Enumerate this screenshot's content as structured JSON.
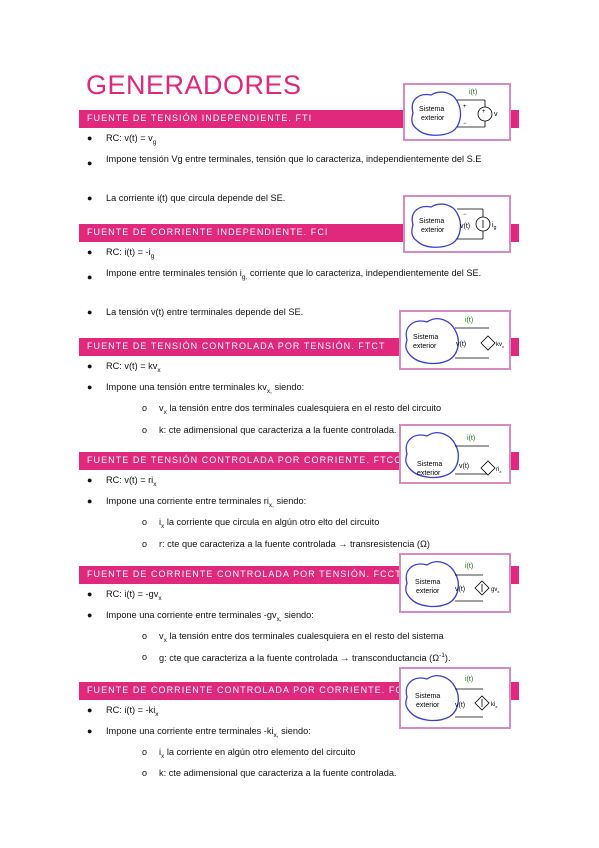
{
  "title": "GENERADORES",
  "sections": [
    {
      "header": "FUENTE DE TENSIÓN INDEPENDIENTE. FTI",
      "items": [
        {
          "pre": "RC: v(t) = v",
          "sub": "g",
          "post": ""
        },
        {
          "text": "Impone tensión Vg entre terminales, tensión que lo caracteriza, independientemente del S.E"
        },
        {
          "text": "La corriente i(t) que circula depende del SE."
        }
      ],
      "figure": {
        "label1": "Sistema",
        "label2": "exterior",
        "current": "i(t)",
        "voltage": "v",
        "voltage_sub": "g"
      }
    },
    {
      "header": "FUENTE DE CORRIENTE INDEPENDIENTE. FCI",
      "items": [
        {
          "pre": "RC: i(t) = -i",
          "sub": "g",
          "post": ""
        },
        {
          "pre": "Impone entre terminales tensión i",
          "sub": "g,",
          "post": " corriente que lo caracteriza, independientemente del SE."
        },
        {
          "text": "La tensión v(t) entre terminales depende del SE."
        }
      ],
      "figure": {
        "label1": "Sistema",
        "label2": "exterior",
        "voltage": "v(t)",
        "source": "i",
        "source_sub": "g"
      }
    },
    {
      "header": "FUENTE DE TENSIÓN CONTROLADA POR TENSIÓN. FTCT",
      "items": [
        {
          "pre": "RC: v(t) = kv",
          "sub": "x",
          "post": ""
        },
        {
          "pre": "Impone una tensión entre terminales kv",
          "sub": "x,",
          "post": " siendo:"
        }
      ],
      "subitems": [
        {
          "pre": "v",
          "sub": "x",
          "post": " la tensión entre dos terminales cualesquiera en el resto del circuito"
        },
        {
          "text": "k: cte adimensional que caracteriza a la fuente controlada."
        }
      ],
      "figure": {
        "label1": "Sistema",
        "label2": "exterior",
        "current": "i(t)",
        "voltage": "v(t)",
        "source": "kv",
        "source_sub": "x"
      }
    },
    {
      "header": "FUENTE DE TENSIÓN CONTROLADA POR CORRIENTE. FTCC",
      "items": [
        {
          "pre": "RC: v(t) = ri",
          "sub": "x",
          "post": ""
        },
        {
          "pre": "Impone una corriente entre terminales ri",
          "sub": "x,",
          "post": " siendo:"
        }
      ],
      "subitems": [
        {
          "pre": "i",
          "sub": "x",
          "post": " la corriente que circula en algún otro elto del circuito"
        },
        {
          "pre": "r: cte que caracteriza a la fuente controlada → transresistencia (Ω)",
          "sub": "",
          "post": ""
        }
      ],
      "figure": {
        "label1": "Sistema",
        "label2": "exterior",
        "current": "i(t)",
        "voltage": "v(t)",
        "source": "ri",
        "source_sub": "x"
      }
    },
    {
      "header": "FUENTE DE CORRIENTE CONTROLADA POR TENSIÓN. FCCT",
      "items": [
        {
          "pre": "RC: i(t) = -gv",
          "sub": "x",
          "post": ""
        },
        {
          "pre": "Impone una corriente entre terminales -gv",
          "sub": "x,",
          "post": " siendo:"
        }
      ],
      "subitems": [
        {
          "pre": "v",
          "sub": "x",
          "post": " la tensión entre dos terminales cualesquiera en el resto del sistema"
        },
        {
          "pre": "g: cte que caracteriza a la fuente controlada → transconductancia (Ω",
          "sup": "-1",
          "post": ")."
        }
      ],
      "figure": {
        "label1": "Sistema",
        "label2": "exterior",
        "current": "i(t)",
        "voltage": "v(t)",
        "source": "gv",
        "source_sub": "x"
      }
    },
    {
      "header": "FUENTE DE CORRIENTE CONTROLADA POR CORRIENTE. FCCC.",
      "items": [
        {
          "pre": "RC: i(t) = -ki",
          "sub": "x",
          "post": ""
        },
        {
          "pre": "Impone una corriente entre terminales -ki",
          "sub": "x,",
          "post": " siendo:"
        }
      ],
      "subitems": [
        {
          "pre": "i",
          "sub": "x",
          "post": " la corriente en algún otro elemento del circuito"
        },
        {
          "text": "k: cte adimensional que caracteriza a la fuente controlada."
        }
      ],
      "figure": {
        "label1": "Sistema",
        "label2": "exterior",
        "current": "i(t)",
        "voltage": "v(t)",
        "source": "ki",
        "source_sub": "x"
      }
    }
  ],
  "colors": {
    "accent": "#e0287d",
    "frame": "#d78cc0",
    "blob": "#3b3fd6"
  }
}
